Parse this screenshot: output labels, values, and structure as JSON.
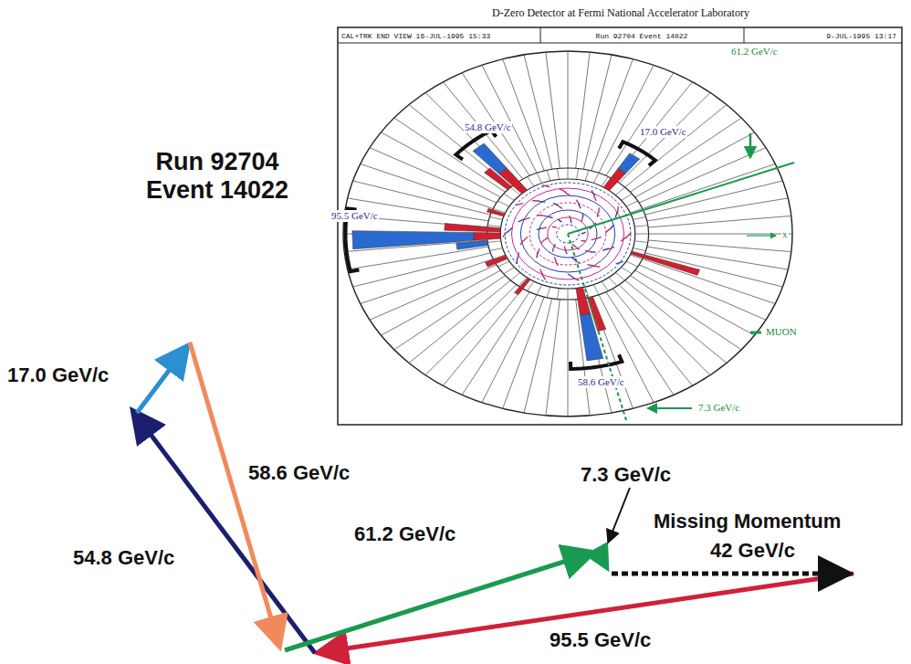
{
  "diagram": {
    "title": "D-Zero Detector at Fermi National Accelerator Laboratory",
    "labels": [
      "CAL+TRK END VIEW 16-JUL-1995 15:33",
      "Run 92704 Event 14022",
      "9-JUL-1995 13:17",
      "54.8 GeV/c",
      "17.0 GeV/c",
      "61.2 GeV/c",
      "95.5 GeV/c",
      "x",
      "MUON",
      "58.6 GeV/c",
      "7.3 GeV/c",
      "Run 92704 Event 14022",
      "17.0 GeV/c",
      "58.6 GeV/c",
      "54.8 GeV/c",
      "61.2 GeV/c",
      "7.3 GeV/c",
      "Missing Momentum",
      "42 GeV/c",
      "95.5 GeV/c"
    ]
  }
}
